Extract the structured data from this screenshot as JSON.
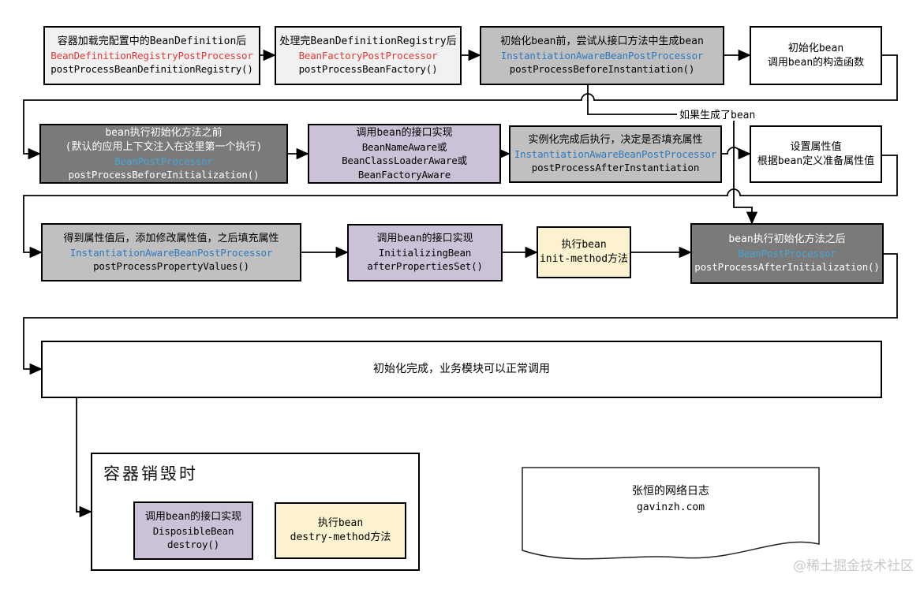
{
  "colors": {
    "box_light": "#f1f1f1",
    "box_silver": "#c0c0c0",
    "box_dark": "#7a7a7a",
    "box_purple": "#cbc2d8",
    "box_yellow": "#fcf2cf",
    "red_text": "#e03a3a",
    "blue_text": "#2e79be",
    "blue_text_on_dark": "#45a4d8",
    "watermark_text": "#c9c9c9"
  },
  "boxes": {
    "r1b1": {
      "l1": "容器加载完配置中的BeanDefinition后",
      "l2": "BeanDefinitionRegistryPostProcessor",
      "l3": "postProcessBeanDefinitionRegistry()"
    },
    "r1b2": {
      "l1": "处理完BeanDefinitionRegistry后",
      "l2": "BeanFactoryPostProcessor",
      "l3": "postProcessBeanFactory()"
    },
    "r1b3": {
      "l1": "初始化bean前，尝试从接口方法中生成bean",
      "l2": "InstantiationAwareBeanPostProcessor",
      "l3": "postProcessBeforeInstantiation()"
    },
    "r1b4": {
      "l1": "初始化bean",
      "l2": "调用bean的构造函数"
    },
    "r2b1": {
      "l1": "bean执行初始化方法之前",
      "l2": "(默认的应用上下文注入在这里第一个执行)",
      "l3": "BeanPostProcessor",
      "l4": "postProcessBeforeInitialization()"
    },
    "r2b2": {
      "l1": "调用bean的接口实现",
      "l2": "BeanNameAware或",
      "l3": "BeanClassLoaderAware或",
      "l4": "BeanFactoryAware"
    },
    "r2b3": {
      "l1": "实例化完成后执行，决定是否填充属性",
      "l2": "InstantiationAwareBeanPostProcessor",
      "l3": "postProcessAfterInstantiation"
    },
    "r2b4": {
      "l1": "设置属性值",
      "l2": "根据bean定义准备属性值"
    },
    "r3b1": {
      "l1": "得到属性值后，添加修改属性值，之后填充属性",
      "l2": "InstantiationAwareBeanPostProcessor",
      "l3": "postProcessPropertyValues()"
    },
    "r3b2": {
      "l1": "调用bean的接口实现",
      "l2": "InitializingBean",
      "l3": "afterPropertiesSet()"
    },
    "r3b3": {
      "l1": "执行bean",
      "l2": "init-method方法"
    },
    "r3b4": {
      "l1": "bean执行初始化方法之后",
      "l2": "BeanPostProcessor",
      "l3": "postProcessAfterInitialization()"
    },
    "r4": {
      "l1": "初始化完成，业务模块可以正常调用"
    },
    "d1": {
      "l1": "调用bean的接口实现",
      "l2": "DisposibleBean",
      "l3": "destroy()"
    },
    "d2": {
      "l1": "执行bean",
      "l2": "destry-method方法"
    }
  },
  "labels": {
    "branch": "如果生成了bean",
    "destroy_title": "容器销毁时",
    "watermark": "@稀土掘金技术社区"
  },
  "doc": {
    "l1": "张恒的网络日志",
    "l2": "gavinzh.com"
  }
}
